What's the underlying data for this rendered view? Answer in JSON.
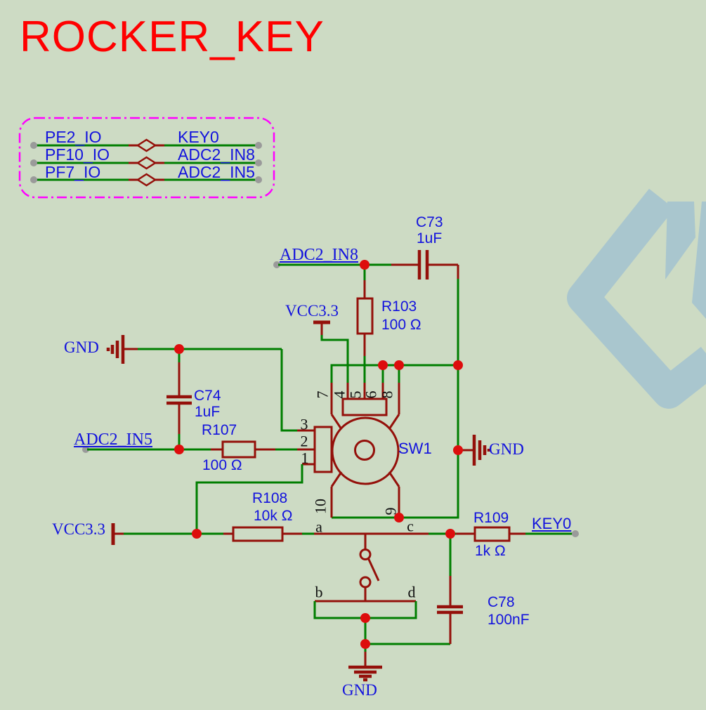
{
  "title": "ROCKER_KEY",
  "colors": {
    "bg": "#cddbc4",
    "grn": "#007e00",
    "red": "#94100a",
    "jred": "#dd0d0d",
    "blu": "#1212dd",
    "gry": "#9a9a9a",
    "mag": "#ff00ff",
    "ttl": "#ff0000",
    "wm": "#a9c6ce",
    "blk": "#101010"
  },
  "port_box": {
    "rows": [
      {
        "left": "PE2_IO",
        "right": "KEY0"
      },
      {
        "left": "PF10_IO",
        "right": "ADC2_IN8"
      },
      {
        "left": "PF7_IO",
        "right": "ADC2_IN5"
      }
    ]
  },
  "nets": {
    "adc2_in8": "ADC2_IN8",
    "adc2_in5": "ADC2_IN5",
    "key0": "KEY0"
  },
  "power": {
    "vcc_top": "VCC3.3",
    "vcc_bottom": "VCC3.3",
    "gnd_left": "GND",
    "gnd_right": "GND",
    "gnd_bottom": "GND"
  },
  "components": {
    "c73": {
      "ref": "C73",
      "value": "1uF"
    },
    "c74": {
      "ref": "C74",
      "value": "1uF"
    },
    "c78": {
      "ref": "C78",
      "value": "100nF"
    },
    "r103": {
      "ref": "R103",
      "value": "100 Ω"
    },
    "r107": {
      "ref": "R107",
      "value": "100 Ω"
    },
    "r108": {
      "ref": "R108",
      "value": "10k Ω"
    },
    "r109": {
      "ref": "R109",
      "value": "1k Ω"
    },
    "sw1": {
      "ref": "SW1"
    }
  },
  "switch_pins": {
    "p1": "1",
    "p2": "2",
    "p3": "3",
    "p4": "4",
    "p5": "5",
    "p6": "6",
    "p7": "7",
    "p8": "8",
    "p9": "9",
    "p10": "10",
    "a": "a",
    "b": "b",
    "c": "c",
    "d": "d"
  }
}
